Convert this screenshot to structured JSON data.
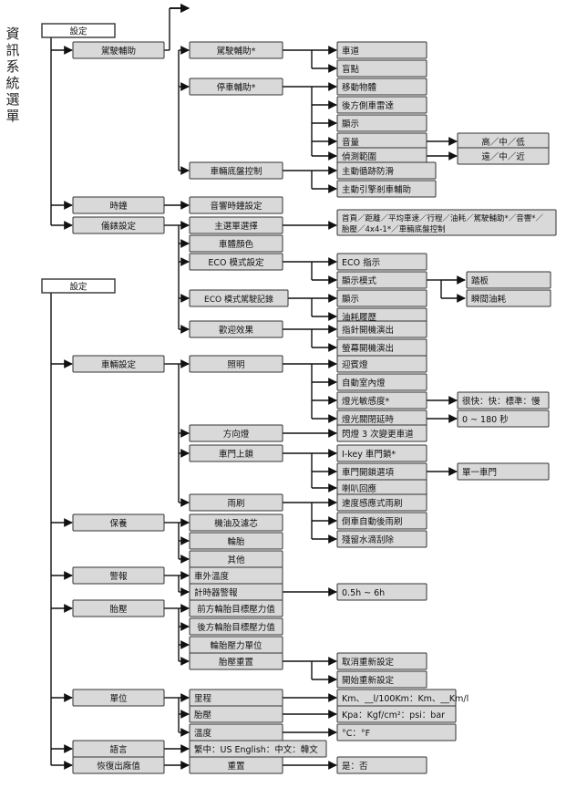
{
  "title": "資訊系統選單",
  "menus": [
    {
      "root": "設定",
      "groups": [
        {
          "label": "駕駛輔助",
          "children": [
            {
              "label": "駕駛輔助*",
              "children": [
                {
                  "label": "車道"
                },
                {
                  "label": "盲點"
                }
              ]
            },
            {
              "label": "停車輔助*",
              "children": [
                {
                  "label": "移動物體"
                },
                {
                  "label": "後方側車雷達"
                },
                {
                  "label": "顯示"
                },
                {
                  "label": "音量",
                  "options": "高／中／低"
                },
                {
                  "label": "偵測範圍",
                  "options": "遠／中／近"
                }
              ]
            },
            {
              "label": "車輛底盤控制",
              "children": [
                {
                  "label": "主動循跡防滑"
                },
                {
                  "label": "主動引擎剎車輔助"
                }
              ]
            }
          ]
        },
        {
          "label": "時鐘",
          "children": [
            {
              "label": "音響時鐘設定"
            }
          ]
        },
        {
          "label": "儀錶設定",
          "children": [
            {
              "label": "主選單選擇",
              "children": [
                {
                  "label": "首頁／距離／平均車速／行程／油耗／駕駛輔助*／音響*／",
                  "label2": "胎壓／4x4-1*／車輛底盤控制"
                }
              ]
            },
            {
              "label": "車體顏色"
            },
            {
              "label": "ECO 模式設定",
              "children": [
                {
                  "label": "ECO 指示"
                },
                {
                  "label": "顯示模式",
                  "children": [
                    {
                      "label": "踏板"
                    },
                    {
                      "label": "瞬間油耗"
                    }
                  ]
                }
              ]
            },
            {
              "label": "ECO 模式駕駛記錄",
              "children": [
                {
                  "label": "顯示"
                },
                {
                  "label": "油耗履歷"
                }
              ]
            },
            {
              "label": "歡迎效果",
              "children": [
                {
                  "label": "指針開機演出"
                },
                {
                  "label": "螢幕開機演出"
                }
              ]
            }
          ]
        }
      ]
    },
    {
      "root": "設定",
      "groups": [
        {
          "label": "車輛設定",
          "children": [
            {
              "label": "照明",
              "children": [
                {
                  "label": "迎賓燈"
                },
                {
                  "label": "自動室內燈"
                },
                {
                  "label": "燈光敏感度*",
                  "options": "很快：快：標準：慢"
                },
                {
                  "label": "燈光關閉延時",
                  "options": "0 ~ 180 秒"
                }
              ]
            },
            {
              "label": "方向燈",
              "children": [
                {
                  "label": "閃燈 3 次變更車道"
                }
              ]
            },
            {
              "label": "車門上鎖",
              "children": [
                {
                  "label": "I-key 車門鎖*"
                },
                {
                  "label": "車門開鎖選項",
                  "options": "單一車門"
                },
                {
                  "label": "喇叭回應"
                }
              ]
            },
            {
              "label": "雨刷",
              "children": [
                {
                  "label": "速度感應式雨刷"
                },
                {
                  "label": "倒車自動後雨刷"
                },
                {
                  "label": "殘留水滴刮除"
                }
              ]
            }
          ]
        },
        {
          "label": "保養",
          "children": [
            {
              "label": "機油及濾芯"
            },
            {
              "label": "輪胎"
            },
            {
              "label": "其他"
            }
          ]
        },
        {
          "label": "警報",
          "children": [
            {
              "label": "車外溫度"
            },
            {
              "label": "計時器警報",
              "options": "0.5h ~ 6h"
            }
          ]
        },
        {
          "label": "胎壓",
          "children": [
            {
              "label": "前方輪胎目標壓力值"
            },
            {
              "label": "後方輪胎目標壓力值"
            },
            {
              "label": "輪胎壓力單位"
            },
            {
              "label": "胎壓重置",
              "children": [
                {
                  "label": "取消重新設定"
                },
                {
                  "label": "開始重新設定"
                }
              ]
            }
          ]
        },
        {
          "label": "單位",
          "children": [
            {
              "label": "里程",
              "options": "Km、__l/100Km：Km、__Km/l"
            },
            {
              "label": "胎壓",
              "options": "Kpa：Kgf/cm²：psi：bar"
            },
            {
              "label": "溫度",
              "options": "°C：°F"
            }
          ]
        },
        {
          "label": "語言",
          "children": [
            {
              "label": "繁中：US English：中文：韓文"
            }
          ]
        },
        {
          "label": "恢復出廠值",
          "children": [
            {
              "label": "重置",
              "options": "是：否"
            }
          ]
        }
      ]
    }
  ]
}
